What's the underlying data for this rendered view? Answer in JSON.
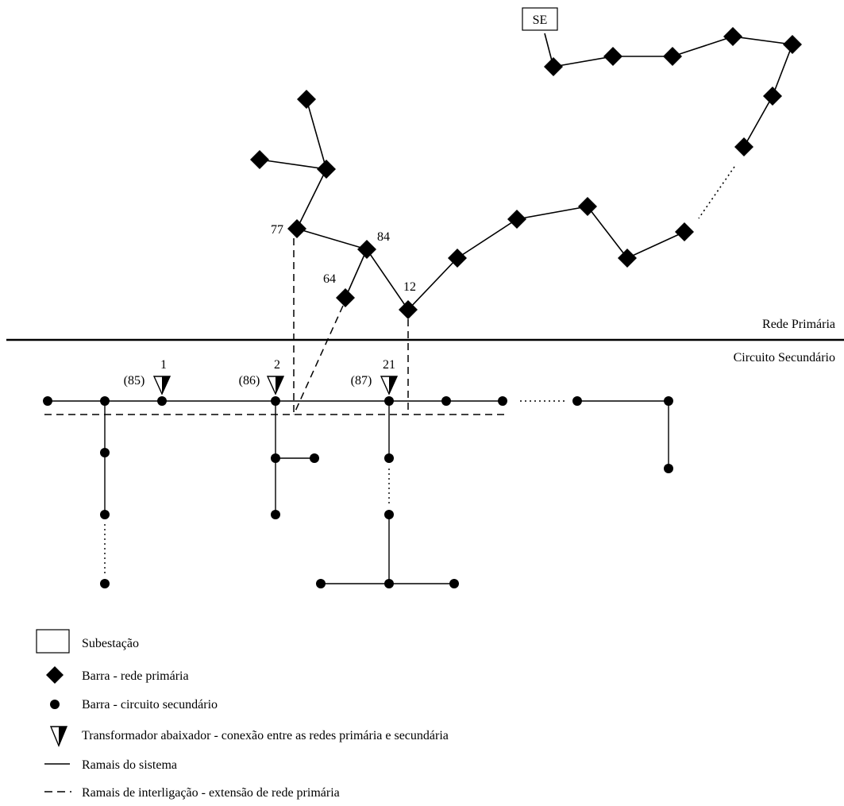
{
  "substation_label": "SE",
  "region_labels": {
    "primary": "Rede Primária",
    "secondary": "Circuito Secundário"
  },
  "primary_bus_labels": {
    "bus_77": "77",
    "bus_84": "84",
    "bus_64": "64",
    "bus_12": "12"
  },
  "transformers": [
    {
      "number": "1",
      "secondary_id": "(85)"
    },
    {
      "number": "2",
      "secondary_id": "(86)"
    },
    {
      "number": "21",
      "secondary_id": "(87)"
    }
  ],
  "legend": {
    "substation": "Subestação",
    "primary_bus": "Barra - rede primária",
    "secondary_bus": "Barra - circuito secundário",
    "transformer": "Transformador abaixador - conexão entre as redes primária e secundária",
    "system_branches": "Ramais do sistema",
    "interconnection_branches": "Ramais de interligação - extensão de rede primária"
  },
  "colors": {
    "ink": "#000000",
    "background": "#ffffff"
  }
}
